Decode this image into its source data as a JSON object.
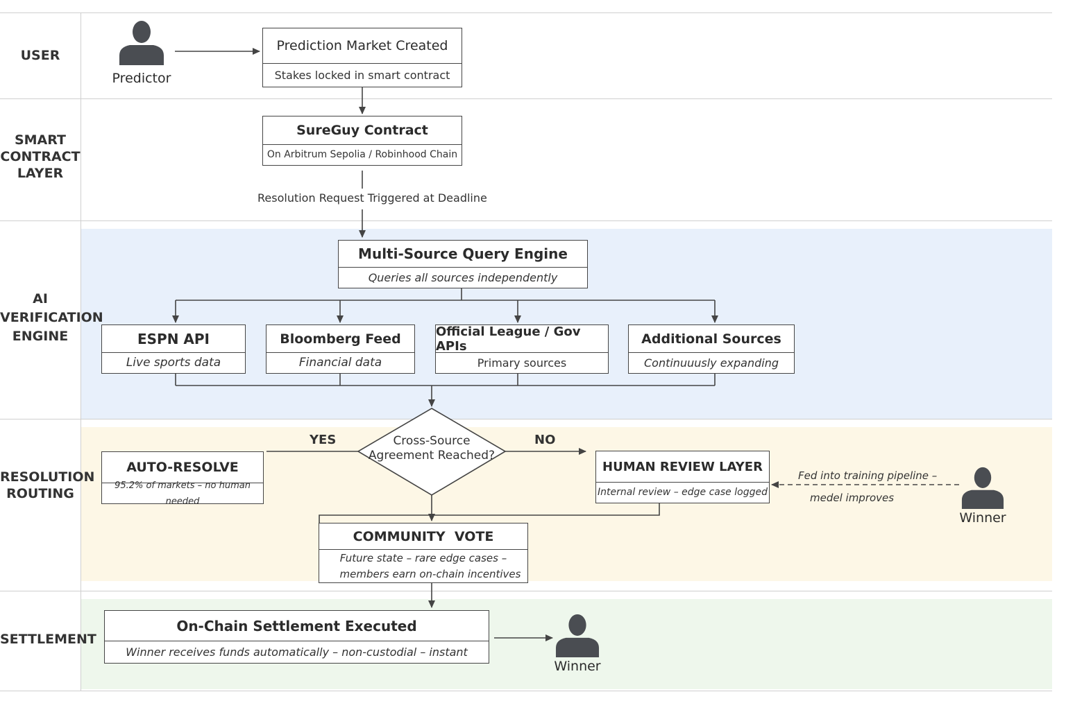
{
  "lanes": {
    "user": "USER",
    "smart_contract": [
      "SMART",
      "CONTRACT",
      "LAYER"
    ],
    "ai": [
      "AI",
      "VERIFICATION",
      "ENGINE"
    ],
    "routing": [
      "RESOLUTION",
      "ROUTING"
    ],
    "settlement": "SETTLEMENT"
  },
  "actors": {
    "predictor": "Predictor",
    "winner_review": "Winner",
    "winner_settle": "Winner"
  },
  "boxes": {
    "market": {
      "title": "Prediction Market Created",
      "sub": "Stakes locked in smart contract"
    },
    "contract": {
      "title": "SureGuy Contract",
      "sub": "On Arbitrum Sepolia / Robinhood Chain"
    },
    "engine": {
      "title": "Multi-Source Query Engine",
      "sub": "Queries all sources independently"
    },
    "espn": {
      "title": "ESPN API",
      "sub": "Live sports data"
    },
    "bloomberg": {
      "title": "Bloomberg Feed",
      "sub": "Financial data"
    },
    "official": {
      "title": "Official League / Gov APIs",
      "sub": "Primary sources"
    },
    "additional": {
      "title": "Additional Sources",
      "sub": "Continuuusly expanding"
    },
    "auto": {
      "title": "AUTO-RESOLVE",
      "sub": "95.2% of markets – no human needed"
    },
    "human": {
      "title": "HUMAN REVIEW LAYER",
      "sub": "Internal review – edge case logged"
    },
    "community": {
      "title": "COMMUNITY  VOTE",
      "sub1": "Future state – rare edge cases –",
      "sub2": "members earn on-chain incentives"
    },
    "settle": {
      "title": "On-Chain Settlement Executed",
      "sub": "Winner receives funds automatically – non-custodial – instant"
    }
  },
  "decision": {
    "line1": "Cross-Source",
    "line2": "Agreement Reached?",
    "yes": "YES",
    "no": "NO"
  },
  "annotations": {
    "resolution_request": "Resolution Request Triggered at Deadline",
    "feedback1": "Fed into training pipeline –",
    "feedback2": "medel improves"
  },
  "colors": {
    "ai_band": "#e8f0fb",
    "routing_band": "#fdf7e6",
    "settlement_band": "#eef7ec",
    "lines": "#444444",
    "person": "#4a4d52"
  }
}
